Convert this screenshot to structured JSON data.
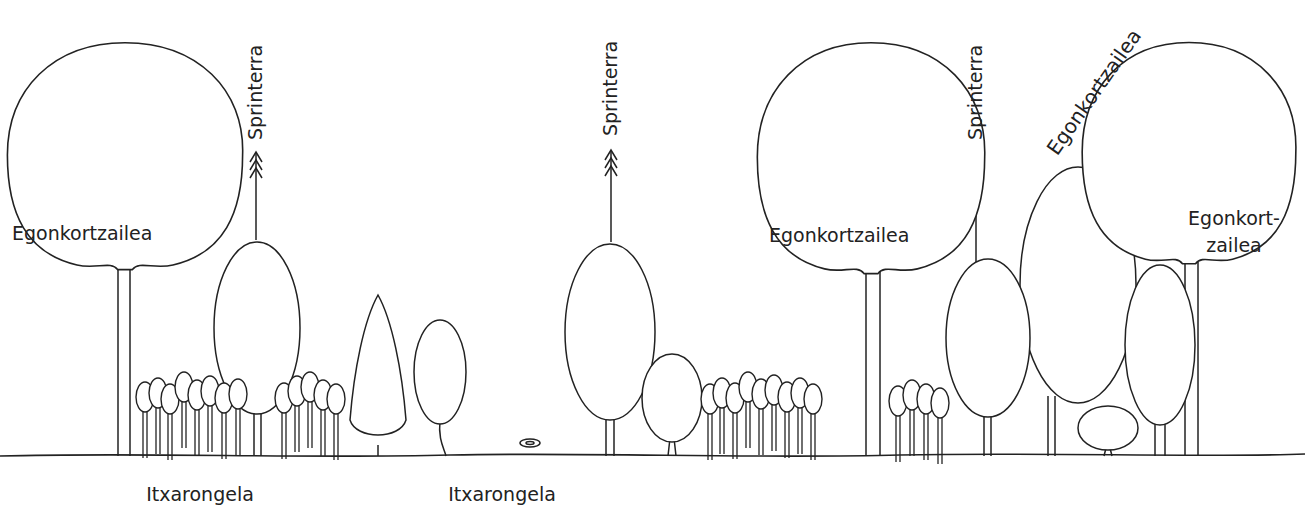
{
  "diagram": {
    "nodes": [
      {
        "text": [
          "Egonkortzailea"
        ]
      },
      {
        "text": [
          "Egonkortzailea"
        ]
      },
      {
        "text": [
          "Egonkort- zailea"
        ]
      }
    ],
    "labels": [
      "Sprinterra",
      "Sprinterra",
      "Sprinterra",
      "Egonkortzailea",
      "Itxarongela",
      "Itxarongela"
    ]
  }
}
